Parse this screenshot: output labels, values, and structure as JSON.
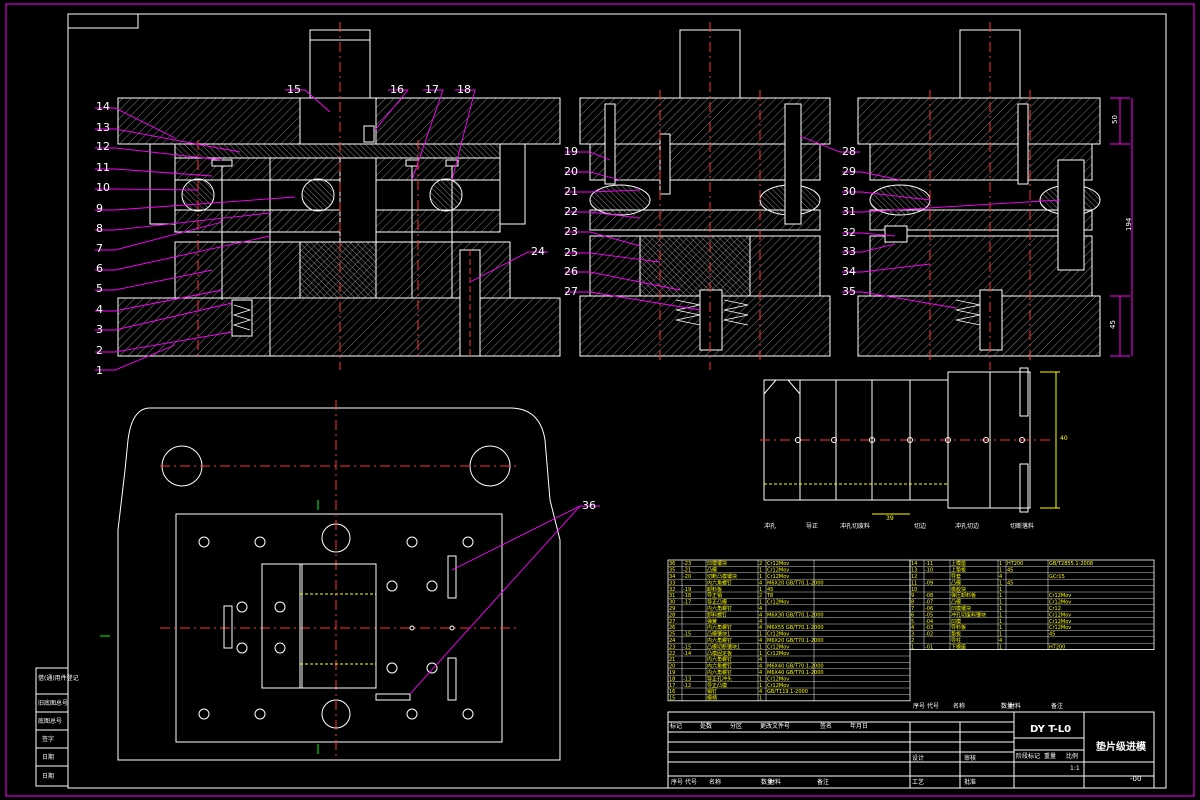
{
  "part_labels": [
    "1",
    "2",
    "3",
    "4",
    "5",
    "6",
    "7",
    "8",
    "9",
    "10",
    "11",
    "12",
    "13",
    "14",
    "15",
    "16",
    "17",
    "18",
    "19",
    "20",
    "21",
    "22",
    "23",
    "24",
    "25",
    "26",
    "27",
    "28",
    "29",
    "30",
    "31",
    "32",
    "33",
    "34",
    "35",
    "36"
  ],
  "dimensions": {
    "d50": "50",
    "d194": "194",
    "d45": "45",
    "d40": "40",
    "d39": "39"
  },
  "strip_captions": [
    "冲孔",
    "导正",
    "冲孔切废料",
    "切边",
    "冲孔切边",
    "切断落料"
  ],
  "bom_left": [
    [
      "36",
      "-23",
      "凹模镶块",
      "2",
      "Cr12Mov",
      ""
    ],
    [
      "35",
      "-21",
      "凸模",
      "1",
      "Cr12Mov",
      ""
    ],
    [
      "34",
      "-20",
      "切断凸模镶块",
      "1",
      "Cr12Mov",
      ""
    ],
    [
      "33",
      "",
      "内六角螺钉",
      "4",
      "M6X20 GB/T70.1-2000",
      ""
    ],
    [
      "32",
      "-19",
      "卸料板",
      "1",
      "45",
      ""
    ],
    [
      "31",
      "-18",
      "导正销",
      "2",
      "T8",
      ""
    ],
    [
      "30",
      "-17",
      "导正凸模",
      "1",
      "Cr12Mov",
      ""
    ],
    [
      "29",
      "",
      "内六角螺钉",
      "4",
      "",
      ""
    ],
    [
      "28",
      "",
      "卸料螺钉",
      "4",
      "M6X30 GB/T70.1-2000",
      ""
    ],
    [
      "27",
      "",
      "弹簧",
      "4",
      "",
      ""
    ],
    [
      "26",
      "",
      "内六角螺钉",
      "4",
      "M6X55 GB/T70.1-2000",
      ""
    ],
    [
      "25",
      "-15",
      "凸模镶块1",
      "1",
      "Cr12Mov",
      ""
    ],
    [
      "24",
      "",
      "内六角螺钉",
      "4",
      "M6X20 GB/T70.1-2000",
      ""
    ],
    [
      "23",
      "-15",
      "凸模切断镶块1",
      "1",
      "Cr12Mov",
      ""
    ],
    [
      "22",
      "-14",
      "凸模固定板",
      "1",
      "Cr12Mov",
      ""
    ],
    [
      "21",
      "",
      "内六角螺钉",
      "4",
      "",
      ""
    ],
    [
      "20",
      "",
      "内六角螺钉",
      "4",
      "M6X40 GB/T70.1-2000",
      ""
    ],
    [
      "19",
      "",
      "内六角螺钉",
      "4",
      "M6X40 GB/T70.1-2000",
      ""
    ],
    [
      "18",
      "-13",
      "导正孔冲头",
      "1",
      "Cr12Mov",
      ""
    ],
    [
      "17",
      "-12",
      "导正凸模",
      "1",
      "Cr12Mov",
      ""
    ],
    [
      "16",
      "",
      "销钉",
      "4",
      "GB/T119.1-2000",
      ""
    ],
    [
      "15",
      "",
      "模柄",
      "1",
      "",
      ""
    ]
  ],
  "bom_right": [
    [
      "14",
      "-11",
      "上模座",
      "1",
      "HT200",
      "GB/T2855.1-2008"
    ],
    [
      "13",
      "-10",
      "上垫板",
      "1",
      "45",
      ""
    ],
    [
      "12",
      "",
      "导套",
      "4",
      "",
      "GCr15"
    ],
    [
      "11",
      "-09",
      "凸模",
      "1",
      "45",
      ""
    ],
    [
      "10",
      "",
      "橡胶块",
      "1",
      "",
      ""
    ],
    [
      "9",
      "-08",
      "弹压卸料板",
      "1",
      "",
      "Cr12Mov"
    ],
    [
      "8",
      "-07",
      "凸模",
      "1",
      "",
      "Cr12Mov"
    ],
    [
      "7",
      "-06",
      "凹模镶块",
      "1",
      "",
      "Cr12"
    ],
    [
      "6",
      "-05",
      "冲孔切废料镶块",
      "1",
      "",
      "Cr12Mov"
    ],
    [
      "5",
      "-04",
      "凹模",
      "1",
      "",
      "Cr12Mov"
    ],
    [
      "4",
      "-03",
      "导料板",
      "1",
      "",
      "Cr12Mov"
    ],
    [
      "3",
      "-02",
      "垫板",
      "1",
      "",
      "45"
    ],
    [
      "2",
      "",
      "导柱",
      "4",
      "",
      ""
    ],
    [
      "1",
      "-01",
      "下模座",
      "1",
      "",
      "HT200"
    ]
  ],
  "bom_header": [
    "序号",
    "代号",
    "名称",
    "数量",
    "材料",
    "备注"
  ],
  "title_block": {
    "drawing_code": "DY T-L0",
    "drawing_name": "垫片级进模",
    "drawing_number": "-00",
    "scale": "1:1",
    "row_labels": [
      "标记",
      "处数",
      "分区",
      "更改文件号",
      "签名",
      "年月日"
    ],
    "roles": [
      "设计",
      "审核",
      "工艺",
      "批准"
    ],
    "stage_labels": [
      "阶段标记",
      "重量",
      "比例"
    ]
  },
  "side_table": [
    "借(通)用件登记",
    "旧底图总号",
    "底图总号",
    "签字",
    "日期",
    "日期"
  ]
}
